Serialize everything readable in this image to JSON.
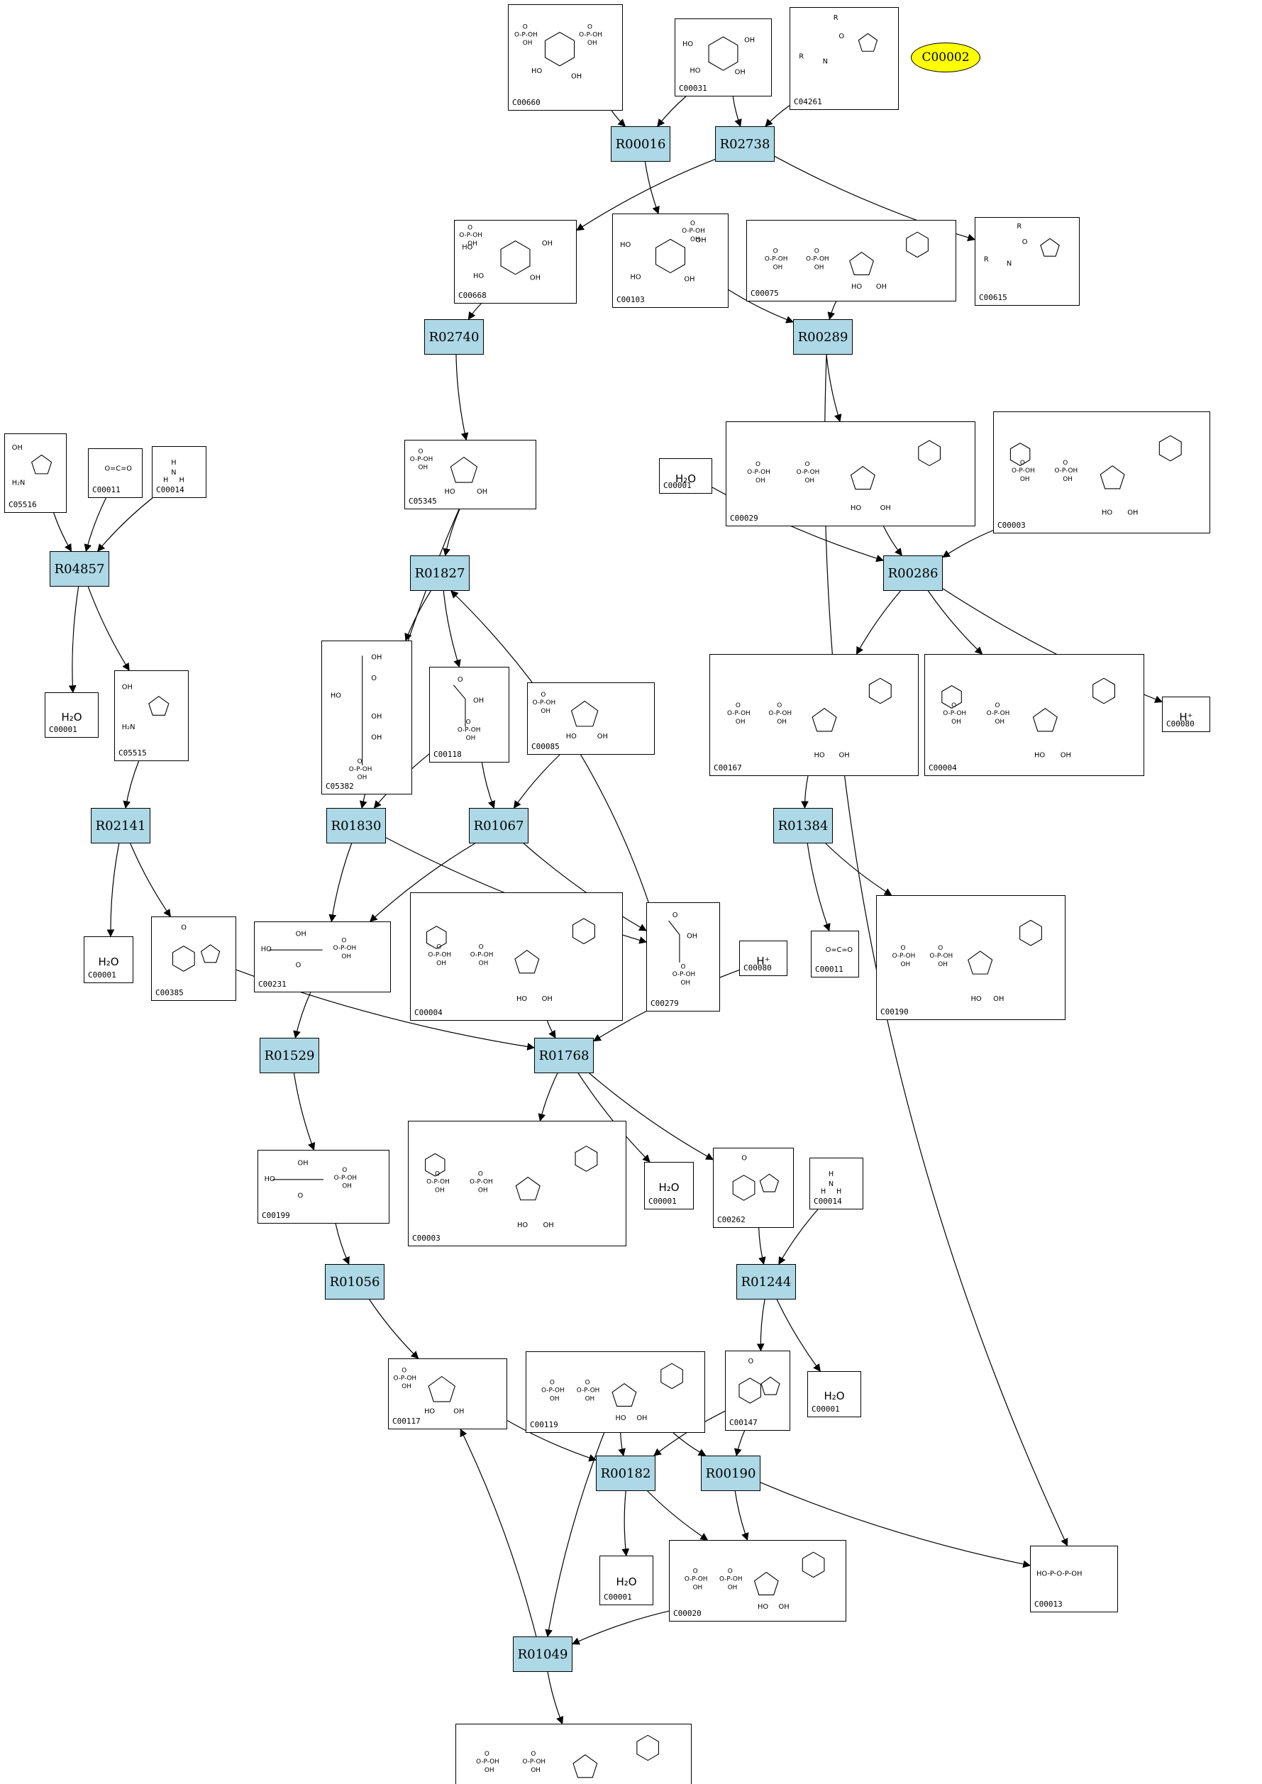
{
  "highlight": {
    "label": "C00002",
    "color": "#ffff00"
  },
  "colors": {
    "reaction_fill": "#add8e6",
    "edge": "#000000"
  },
  "reactions": [
    {
      "id": "R00016"
    },
    {
      "id": "R02738"
    },
    {
      "id": "R02740"
    },
    {
      "id": "R00289"
    },
    {
      "id": "R04857"
    },
    {
      "id": "R01827"
    },
    {
      "id": "R00286"
    },
    {
      "id": "R02141"
    },
    {
      "id": "R01830"
    },
    {
      "id": "R01067"
    },
    {
      "id": "R01384"
    },
    {
      "id": "R01529"
    },
    {
      "id": "R01768"
    },
    {
      "id": "R01056"
    },
    {
      "id": "R01244"
    },
    {
      "id": "R00182"
    },
    {
      "id": "R00190"
    },
    {
      "id": "R01049"
    }
  ],
  "compounds": [
    {
      "key": "c00660",
      "id": "C00660",
      "formula": ""
    },
    {
      "key": "c00031",
      "id": "C00031",
      "formula": ""
    },
    {
      "key": "c04261",
      "id": "C04261",
      "formula": ""
    },
    {
      "key": "c00668",
      "id": "C00668",
      "formula": ""
    },
    {
      "key": "c00103",
      "id": "C00103",
      "formula": ""
    },
    {
      "key": "c00075",
      "id": "C00075",
      "formula": ""
    },
    {
      "key": "c00615",
      "id": "C00615",
      "formula": ""
    },
    {
      "key": "c05516",
      "id": "C05516",
      "formula": ""
    },
    {
      "key": "c00011a",
      "id": "C00011",
      "formula": ""
    },
    {
      "key": "c00014a",
      "id": "C00014",
      "formula": ""
    },
    {
      "key": "c05345",
      "id": "C05345",
      "formula": ""
    },
    {
      "key": "c00001a",
      "id": "C00001",
      "formula": "H₂O"
    },
    {
      "key": "c00029",
      "id": "C00029",
      "formula": ""
    },
    {
      "key": "c00003a",
      "id": "C00003",
      "formula": ""
    },
    {
      "key": "c00001b",
      "id": "C00001",
      "formula": "H₂O"
    },
    {
      "key": "c05515",
      "id": "C05515",
      "formula": ""
    },
    {
      "key": "c05382",
      "id": "C05382",
      "formula": ""
    },
    {
      "key": "c00118",
      "id": "C00118",
      "formula": ""
    },
    {
      "key": "c00085",
      "id": "C00085",
      "formula": ""
    },
    {
      "key": "c00167",
      "id": "C00167",
      "formula": ""
    },
    {
      "key": "c00004a",
      "id": "C00004",
      "formula": ""
    },
    {
      "key": "c00080a",
      "id": "C00080",
      "formula": "H⁺"
    },
    {
      "key": "c00001c",
      "id": "C00001",
      "formula": "H₂O"
    },
    {
      "key": "c00385",
      "id": "C00385",
      "formula": ""
    },
    {
      "key": "c00231",
      "id": "C00231",
      "formula": ""
    },
    {
      "key": "c00004b",
      "id": "C00004",
      "formula": ""
    },
    {
      "key": "c00279",
      "id": "C00279",
      "formula": ""
    },
    {
      "key": "c00080b",
      "id": "C00080",
      "formula": "H⁺"
    },
    {
      "key": "c00011b",
      "id": "C00011",
      "formula": ""
    },
    {
      "key": "c00190",
      "id": "C00190",
      "formula": ""
    },
    {
      "key": "c00199",
      "id": "C00199",
      "formula": ""
    },
    {
      "key": "c00003b",
      "id": "C00003",
      "formula": ""
    },
    {
      "key": "c00001d",
      "id": "C00001",
      "formula": "H₂O"
    },
    {
      "key": "c00262",
      "id": "C00262",
      "formula": ""
    },
    {
      "key": "c00014b",
      "id": "C00014",
      "formula": ""
    },
    {
      "key": "c00117",
      "id": "C00117",
      "formula": ""
    },
    {
      "key": "c00119",
      "id": "C00119",
      "formula": ""
    },
    {
      "key": "c00147",
      "id": "C00147",
      "formula": ""
    },
    {
      "key": "c00001e",
      "id": "C00001",
      "formula": "H₂O"
    },
    {
      "key": "c00001f",
      "id": "C00001",
      "formula": "H₂O"
    },
    {
      "key": "c00020",
      "id": "C00020",
      "formula": ""
    },
    {
      "key": "c00013",
      "id": "C00013",
      "formula": ""
    },
    {
      "key": "c00002",
      "id": "C00002",
      "formula": ""
    }
  ],
  "edges": [
    [
      "c00660",
      "R00016"
    ],
    [
      "c00031",
      "R00016"
    ],
    [
      "c00031",
      "R02738"
    ],
    [
      "c04261",
      "R02738"
    ],
    [
      "R02738",
      "c00668"
    ],
    [
      "R00016",
      "c00103"
    ],
    [
      "R02738",
      "c00615"
    ],
    [
      "c00668",
      "R02740"
    ],
    [
      "R02740",
      "c05345"
    ],
    [
      "c00103",
      "R00289"
    ],
    [
      "c00075",
      "R00289"
    ],
    [
      "R00289",
      "c00029"
    ],
    [
      "R00289",
      "c00013"
    ],
    [
      "c05516",
      "R04857"
    ],
    [
      "c00011a",
      "R04857"
    ],
    [
      "c00014a",
      "R04857"
    ],
    [
      "R04857",
      "c00001a"
    ],
    [
      "R04857",
      "c05515"
    ],
    [
      "c05345",
      "R01827"
    ],
    [
      "c05345",
      "R01830"
    ],
    [
      "c00001b",
      "R00286"
    ],
    [
      "c00029",
      "R00286"
    ],
    [
      "c00003a",
      "R00286"
    ],
    [
      "R01827",
      "c05382"
    ],
    [
      "R01827",
      "c00118"
    ],
    [
      "R00286",
      "c00167"
    ],
    [
      "R00286",
      "c00004a"
    ],
    [
      "R00286",
      "c00080a"
    ],
    [
      "c05515",
      "R02141"
    ],
    [
      "R02141",
      "c00001c"
    ],
    [
      "R02141",
      "c00385"
    ],
    [
      "c00118",
      "R01830"
    ],
    [
      "c00118",
      "R01067"
    ],
    [
      "c00085",
      "R01067"
    ],
    [
      "R01830",
      "c00231"
    ],
    [
      "R01067",
      "c00231"
    ],
    [
      "R01830",
      "c00279"
    ],
    [
      "R01067",
      "c00279"
    ],
    [
      "c00279",
      "R01827"
    ],
    [
      "c00167",
      "R01384"
    ],
    [
      "R01384",
      "c00011b"
    ],
    [
      "R01384",
      "c00190"
    ],
    [
      "c00231",
      "R01529"
    ],
    [
      "c00385",
      "R01768"
    ],
    [
      "c00004b",
      "R01768"
    ],
    [
      "c00080b",
      "R01768"
    ],
    [
      "R01529",
      "c00199"
    ],
    [
      "R01768",
      "c00003b"
    ],
    [
      "R01768",
      "c00001d"
    ],
    [
      "R01768",
      "c00262"
    ],
    [
      "c00199",
      "R01056"
    ],
    [
      "c00262",
      "R01244"
    ],
    [
      "c00014b",
      "R01244"
    ],
    [
      "R01056",
      "c00117"
    ],
    [
      "R01244",
      "c00147"
    ],
    [
      "R01244",
      "c00001e"
    ],
    [
      "c00117",
      "R00182"
    ],
    [
      "c00119",
      "R00182"
    ],
    [
      "c00119",
      "R00190"
    ],
    [
      "c00119",
      "R01049"
    ],
    [
      "c00147",
      "R00182"
    ],
    [
      "c00147",
      "R00190"
    ],
    [
      "R00182",
      "c00001f"
    ],
    [
      "R00182",
      "c00020"
    ],
    [
      "R00190",
      "c00020"
    ],
    [
      "R00190",
      "c00013"
    ],
    [
      "c00020",
      "R01049"
    ],
    [
      "R01049",
      "c00117"
    ],
    [
      "R01049",
      "c00002"
    ]
  ]
}
